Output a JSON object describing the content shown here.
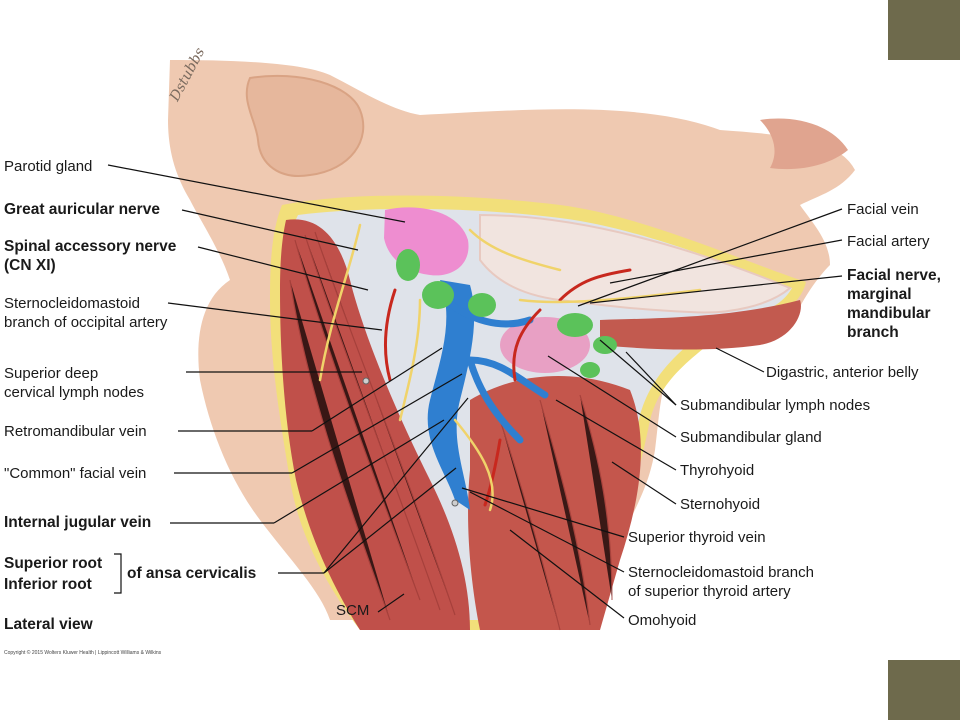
{
  "colors": {
    "accent": "#6e6a4c",
    "skin": "#efc9b1",
    "muscle": "#c0504a",
    "vein": "#2f7fd0",
    "artery": "#c8281e",
    "nerve": "#f0d36a",
    "lymph": "#5bc25a",
    "gland": "#e990c9",
    "fascia": "#f2df7a"
  },
  "signature": "Dstubbs",
  "labels_left": {
    "parotid_gland": "Parotid gland",
    "great_auricular_nerve": "Great auricular nerve",
    "spinal_accessory_nerve": "Spinal accessory nerve\n(CN XI)",
    "scm_branch_occipital": "Sternocleidomastoid\nbranch of occipital artery",
    "superior_deep_nodes": "Superior deep\ncervical lymph nodes",
    "retromandibular_vein": "Retromandibular vein",
    "common_facial_vein": "\"Common\" facial vein",
    "internal_jugular_vein": "Internal jugular vein",
    "superior_root": "Superior root",
    "inferior_root": "Inferior root",
    "ansa_cervicalis": "of ansa cervicalis",
    "scm": "SCM",
    "view": "Lateral view"
  },
  "labels_right": {
    "facial_vein": "Facial vein",
    "facial_artery": "Facial artery",
    "facial_nerve": "Facial nerve,\nmarginal\nmandibular\nbranch",
    "digastric": "Digastric, anterior belly",
    "submandibular_nodes": "Submandibular lymph nodes",
    "submandibular_gland": "Submandibular gland",
    "thyrohyoid": "Thyrohyoid",
    "sternohyoid": "Sternohyoid",
    "superior_thyroid_vein": "Superior thyroid vein",
    "scm_branch_thyroid": "Sternocleidomastoid branch\nof superior thyroid artery",
    "omohyoid": "Omohyoid"
  },
  "copyright": "Copyright © 2015 Wolters Kluwer Health | Lippincott Williams & Wilkins"
}
